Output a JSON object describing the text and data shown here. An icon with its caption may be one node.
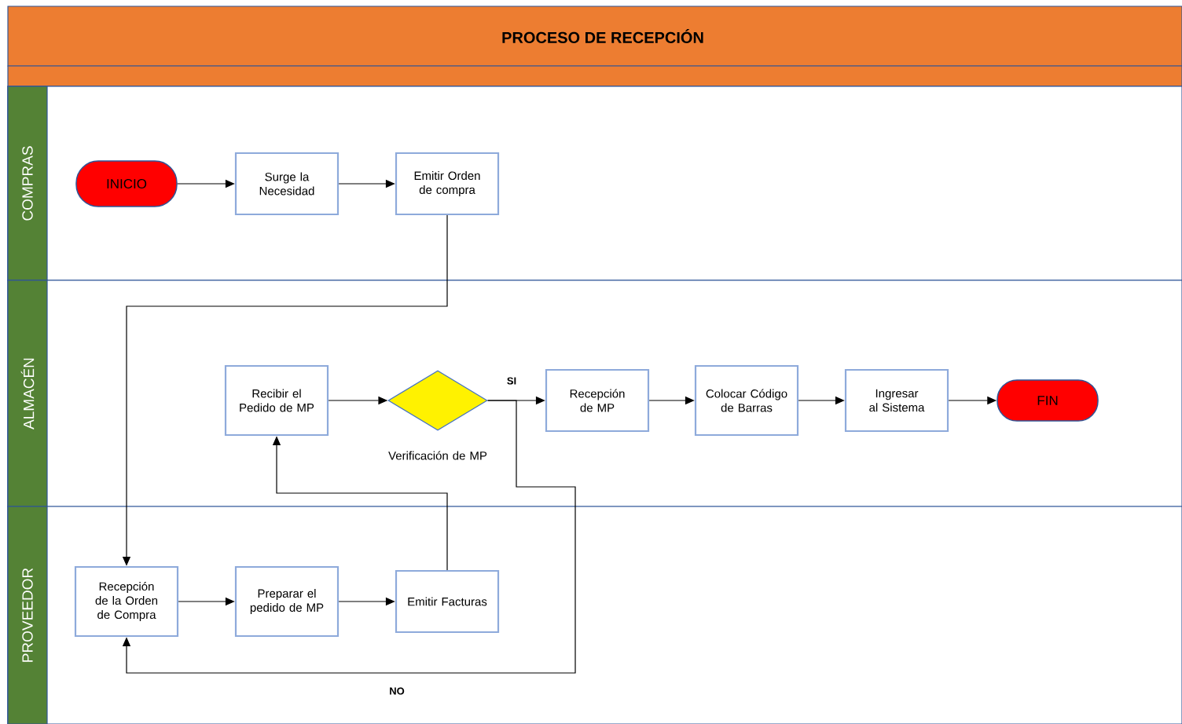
{
  "diagram": {
    "title": "PROCESO DE RECEPCIÓN",
    "nodes": [
      {
        "text": [
          "COMPRAS"
        ]
      },
      {
        "text": [
          "INICIO"
        ],
        "in": 0
      },
      {
        "text": [
          "Surge la Necesidad"
        ],
        "in": 0
      },
      {
        "text": [
          "Emitir Orden de compra"
        ],
        "in": 0
      },
      {
        "text": [
          "ALMACÉN"
        ]
      },
      {
        "text": [
          "Recibir el Pedido de MP"
        ],
        "in": 4
      },
      {
        "text": [
          "Verificación de MP"
        ],
        "in": 4
      },
      {
        "text": [
          "Recepción de MP"
        ],
        "in": 4
      },
      {
        "text": [
          "Colocar Código de Barras"
        ],
        "in": 4
      },
      {
        "text": [
          "Ingresar al Sistema"
        ],
        "in": 4
      },
      {
        "text": [
          "FIN"
        ],
        "in": 4
      },
      {
        "text": [
          "PROVEEDOR"
        ]
      },
      {
        "text": [
          "Recepción de la Orden de Compra"
        ],
        "in": 11
      },
      {
        "text": [
          "Preparar el pedido de MP"
        ],
        "in": 11
      },
      {
        "text": [
          "Emitir Facturas"
        ],
        "in": 11
      }
    ],
    "edges": [
      {
        "from": 1,
        "to": 2,
        "arrow": "to"
      },
      {
        "from": 2,
        "to": 3,
        "arrow": "to"
      },
      {
        "from": 3,
        "to": 12,
        "arrow": "to"
      },
      {
        "from": 5,
        "to": 6,
        "arrow": "to"
      },
      {
        "from": 6,
        "to": 7,
        "arrow": "to",
        "label": "SI"
      },
      {
        "from": 7,
        "to": 8,
        "arrow": "to"
      },
      {
        "from": 8,
        "to": 9,
        "arrow": "to"
      },
      {
        "from": 9,
        "to": 10,
        "arrow": "to"
      },
      {
        "from": 12,
        "to": 13,
        "arrow": "to"
      },
      {
        "from": 13,
        "to": 14,
        "arrow": "to"
      },
      {
        "from": 14,
        "to": 5,
        "arrow": "to"
      },
      {
        "from": 6,
        "to": 12,
        "arrow": "to",
        "label": "NO"
      }
    ]
  }
}
